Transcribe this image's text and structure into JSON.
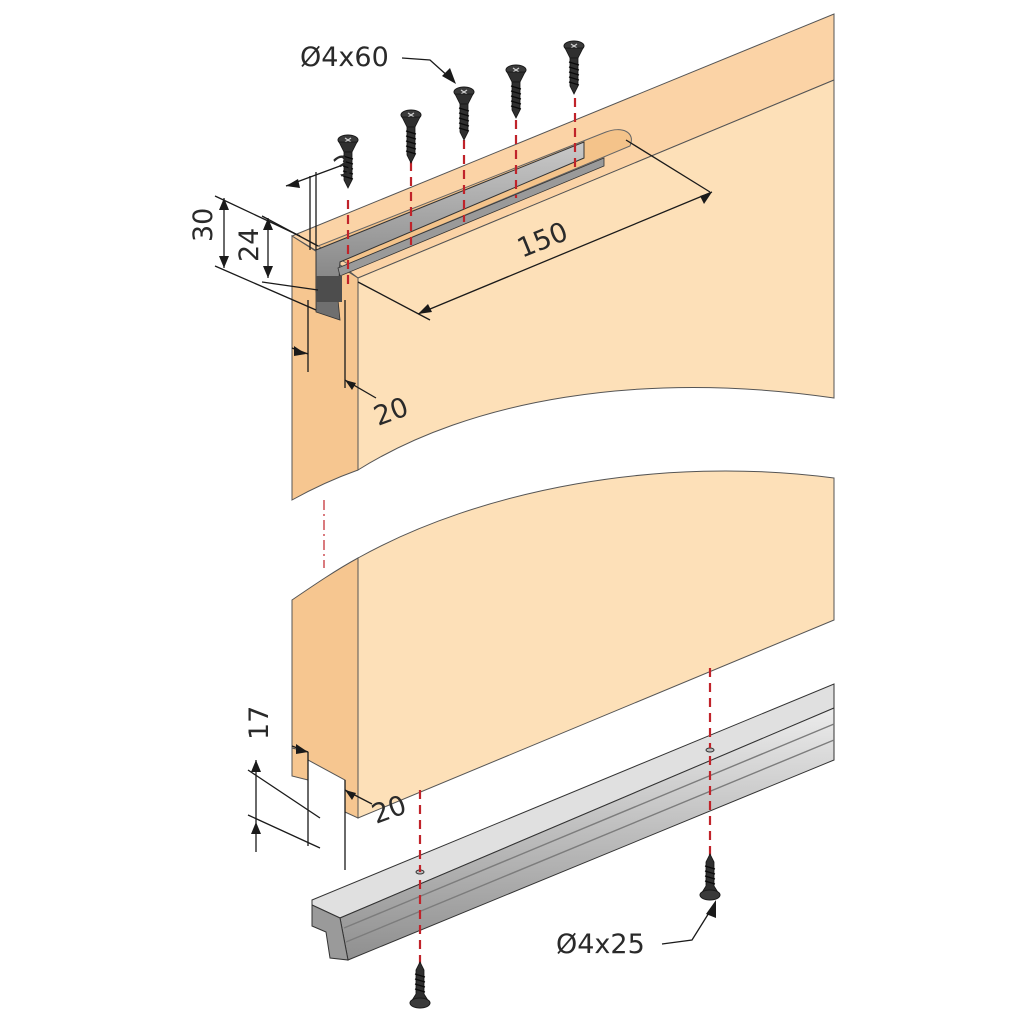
{
  "title": "",
  "dimensions": {
    "top_screw": "Ø4x60",
    "bottom_screw": "Ø4x25",
    "height_30": "30",
    "height_24": "24",
    "width_3": "3",
    "length_150": "150",
    "offset_20_top": "20",
    "height_17": "17",
    "offset_20_bottom": "20"
  },
  "colors": {
    "door_face": "#fde0b8",
    "door_top": "#fbd3a6",
    "door_edge": "#f6c690",
    "rail_light": "#d7d7d7",
    "rail_mid": "#b8b8b8",
    "rail_dark": "#8a8a8a",
    "red_dash": "#c0232a"
  }
}
